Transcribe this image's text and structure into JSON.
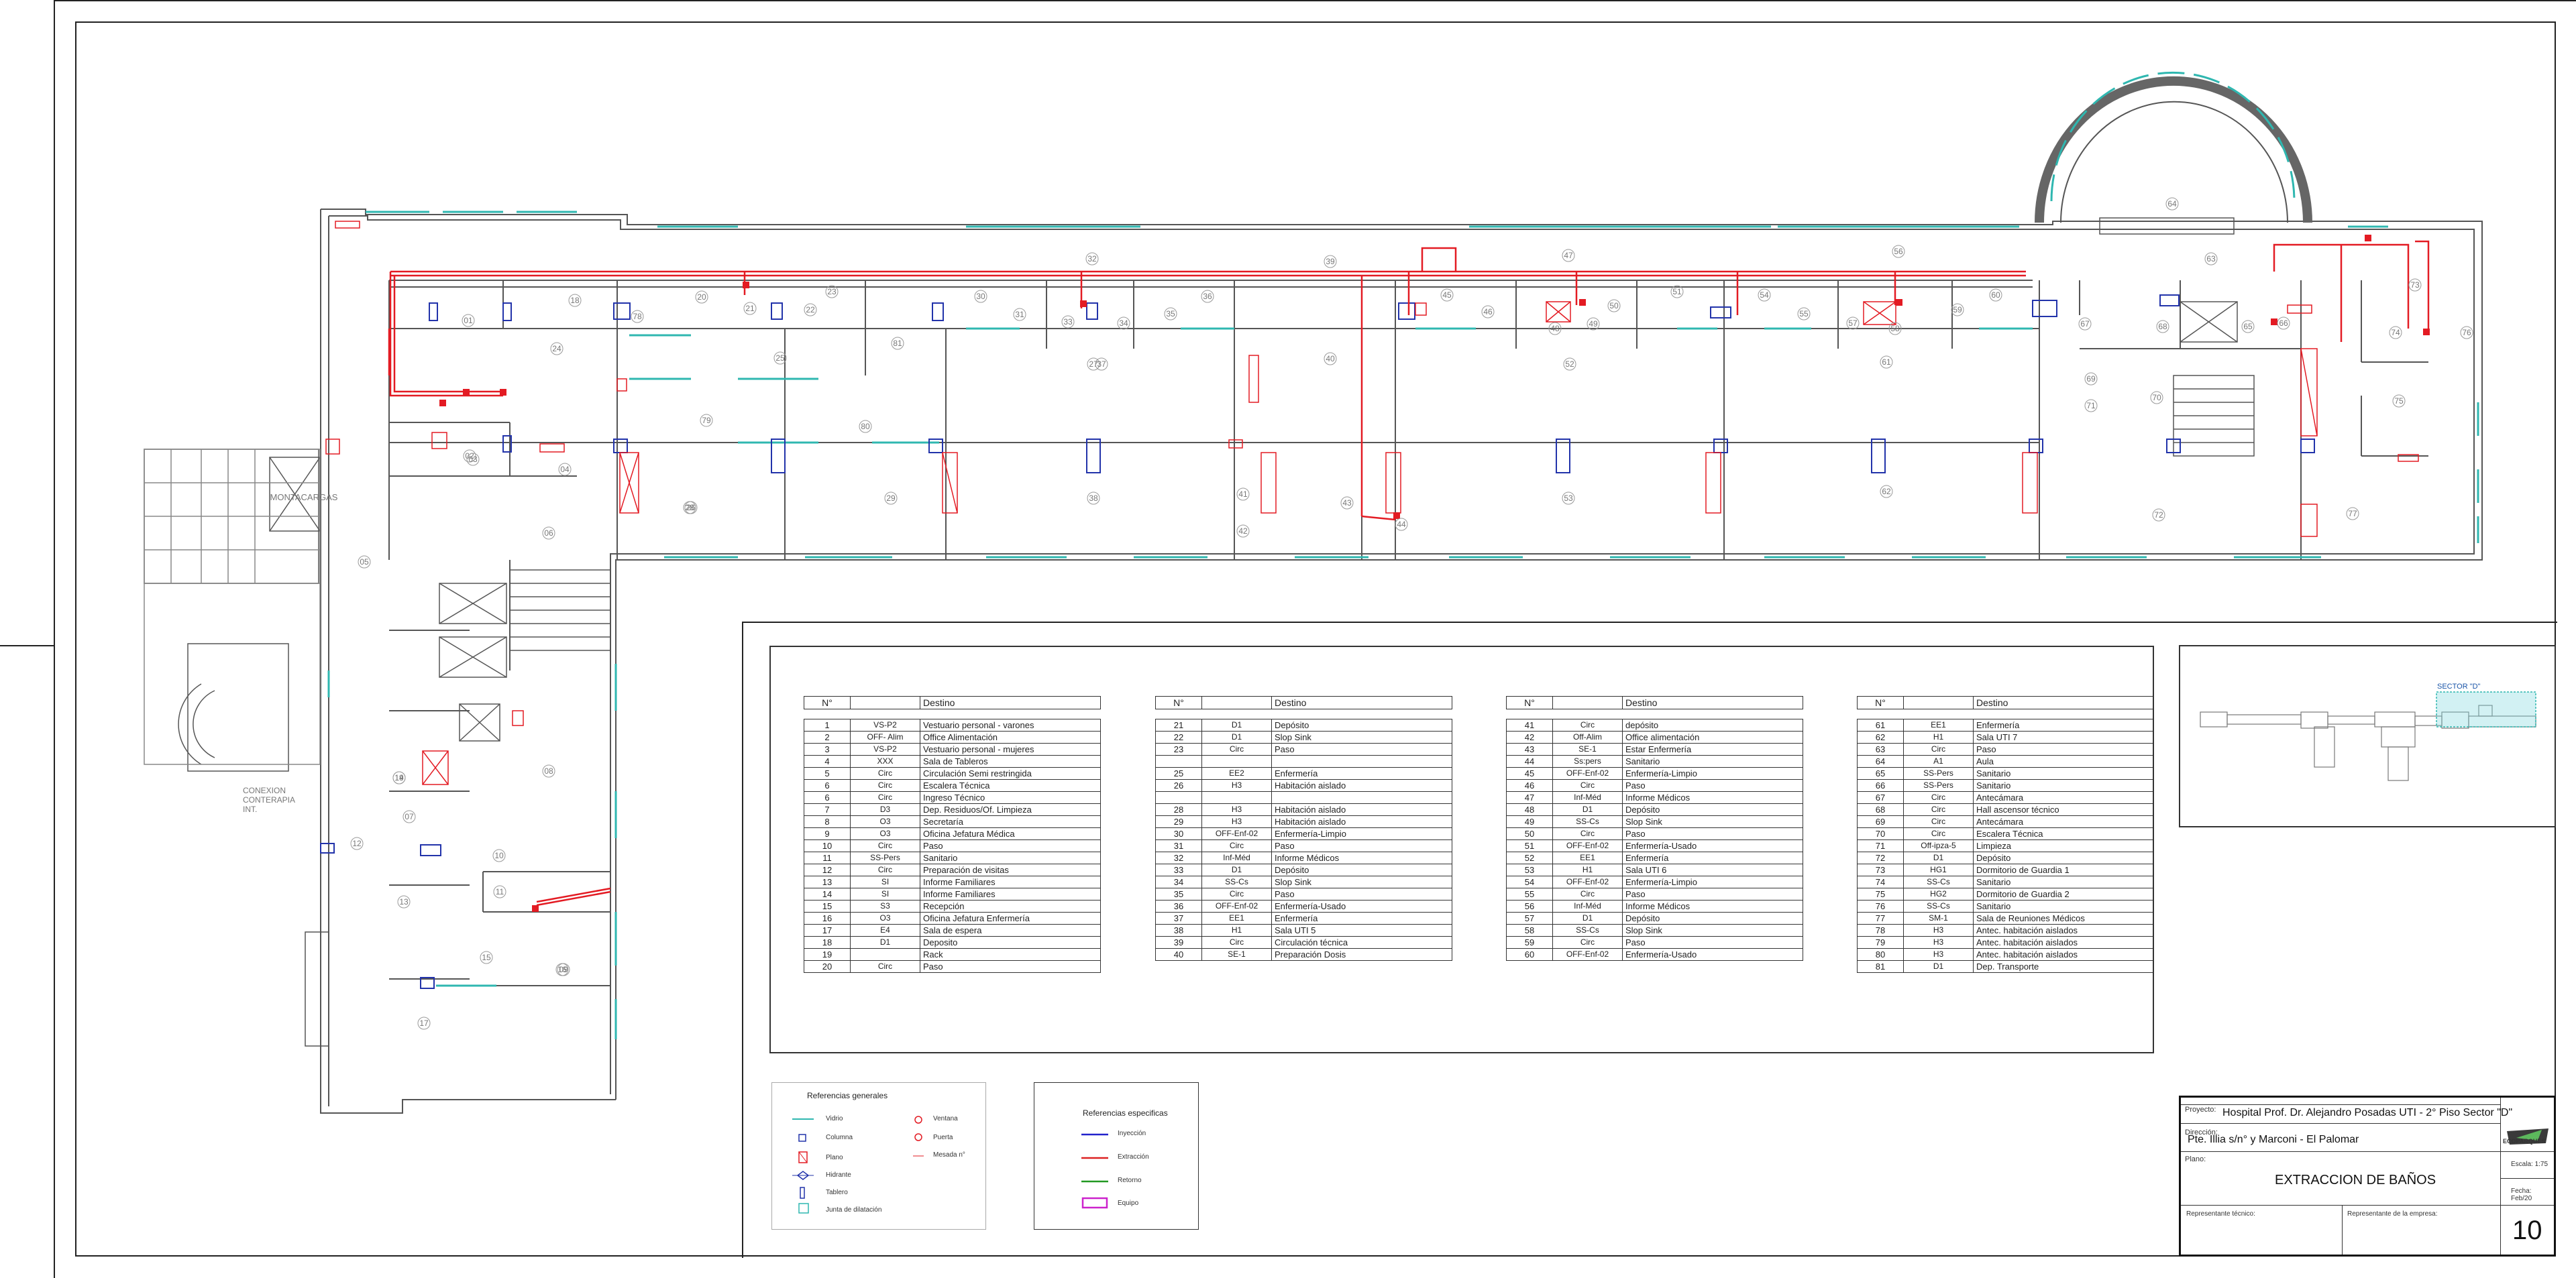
{
  "plan": {
    "elevator_label": "MONTACARGAS",
    "connection_label_lines": [
      "CONEXION",
      "CONTERAPIA",
      "INT."
    ],
    "room_numbers": [
      "01",
      "02",
      "03",
      "04",
      "05",
      "06",
      "07",
      "08",
      "09",
      "10",
      "11",
      "12",
      "13",
      "14",
      "15",
      "16",
      "17",
      "18",
      "19",
      "20",
      "21",
      "22",
      "23",
      "24",
      "25",
      "26",
      "27",
      "28",
      "29",
      "30",
      "31",
      "32",
      "33",
      "34",
      "35",
      "36",
      "37",
      "38",
      "39",
      "40",
      "41",
      "42",
      "43",
      "44",
      "45",
      "46",
      "47",
      "48",
      "49",
      "50",
      "51",
      "52",
      "53",
      "54",
      "55",
      "56",
      "57",
      "58",
      "59",
      "60",
      "61",
      "62",
      "63",
      "64",
      "65",
      "66",
      "67",
      "68",
      "69",
      "70",
      "71",
      "72",
      "73",
      "74",
      "75",
      "76",
      "77",
      "78",
      "79",
      "80",
      "81"
    ]
  },
  "tables": {
    "headers": {
      "num": "N°",
      "code": "",
      "dest": "Destino"
    },
    "groups": [
      {
        "rows": [
          {
            "n": "1",
            "c": "VS-P2",
            "d": "Vestuario personal - varones"
          },
          {
            "n": "2",
            "c": "OFF- Alim",
            "d": "Office Alimentación"
          },
          {
            "n": "3",
            "c": "VS-P2",
            "d": "Vestuario personal - mujeres"
          },
          {
            "n": "4",
            "c": "XXX",
            "d": "Sala de Tableros"
          },
          {
            "n": "5",
            "c": "Circ",
            "d": "Circulación Semi restringida"
          },
          {
            "n": "6",
            "c": "Circ",
            "d": "Escalera Técnica"
          },
          {
            "n": "6",
            "c": "Circ",
            "d": "Ingreso Técnico"
          },
          {
            "n": "7",
            "c": "D3",
            "d": "Dep. Residuos/Of. Limpieza"
          },
          {
            "n": "8",
            "c": "O3",
            "d": "Secretaría"
          },
          {
            "n": "9",
            "c": "O3",
            "d": "Oficina Jefatura Médica"
          },
          {
            "n": "10",
            "c": "Circ",
            "d": "Paso"
          },
          {
            "n": "11",
            "c": "SS-Pers",
            "d": "Sanitario"
          },
          {
            "n": "12",
            "c": "Circ",
            "d": "Preparación de visitas"
          },
          {
            "n": "13",
            "c": "SI",
            "d": "Informe Familiares"
          },
          {
            "n": "14",
            "c": "SI",
            "d": "Informe Familiares"
          },
          {
            "n": "15",
            "c": "S3",
            "d": "Recepción"
          },
          {
            "n": "16",
            "c": "O3",
            "d": "Oficina Jefatura Enfermería"
          },
          {
            "n": "17",
            "c": "E4",
            "d": "Sala de espera"
          },
          {
            "n": "18",
            "c": "D1",
            "d": "Deposito"
          },
          {
            "n": "19",
            "c": "",
            "d": "Rack"
          },
          {
            "n": "20",
            "c": "Circ",
            "d": "Paso"
          }
        ]
      },
      {
        "rows": [
          {
            "n": "21",
            "c": "D1",
            "d": "Depósito"
          },
          {
            "n": "22",
            "c": "D1",
            "d": "Slop Sink"
          },
          {
            "n": "23",
            "c": "Circ",
            "d": "Paso"
          },
          {
            "n": "",
            "c": "",
            "d": ""
          },
          {
            "n": "25",
            "c": "EE2",
            "d": "Enfermería"
          },
          {
            "n": "26",
            "c": "H3",
            "d": "Habitación aislado"
          },
          {
            "n": "",
            "c": "",
            "d": ""
          },
          {
            "n": "28",
            "c": "H3",
            "d": "Habitación aislado"
          },
          {
            "n": "29",
            "c": "H3",
            "d": "Habitación aislado"
          },
          {
            "n": "30",
            "c": "OFF-Enf-02",
            "d": "Enfermería-Limpio"
          },
          {
            "n": "31",
            "c": "Circ",
            "d": "Paso"
          },
          {
            "n": "32",
            "c": "Inf-Méd",
            "d": "Informe Médicos"
          },
          {
            "n": "33",
            "c": "D1",
            "d": "Depósito"
          },
          {
            "n": "34",
            "c": "SS-Cs",
            "d": "Slop Sink"
          },
          {
            "n": "35",
            "c": "Circ",
            "d": "Paso"
          },
          {
            "n": "36",
            "c": "OFF-Enf-02",
            "d": "Enfermería-Usado"
          },
          {
            "n": "37",
            "c": "EE1",
            "d": "Enfermería"
          },
          {
            "n": "38",
            "c": "H1",
            "d": "Sala UTI 5"
          },
          {
            "n": "39",
            "c": "Circ",
            "d": "Circulación técnica"
          },
          {
            "n": "40",
            "c": "SE-1",
            "d": "Preparación Dosis"
          }
        ]
      },
      {
        "rows": [
          {
            "n": "41",
            "c": "Circ",
            "d": "depósito"
          },
          {
            "n": "42",
            "c": "Off-Alim",
            "d": "Office alimentación"
          },
          {
            "n": "43",
            "c": "SE-1",
            "d": "Estar Enfermería"
          },
          {
            "n": "44",
            "c": "Ss:pers",
            "d": "Sanitario"
          },
          {
            "n": "45",
            "c": "OFF-Enf-02",
            "d": "Enfermería-Limpio"
          },
          {
            "n": "46",
            "c": "Circ",
            "d": "Paso"
          },
          {
            "n": "47",
            "c": "Inf-Méd",
            "d": "Informe Médicos"
          },
          {
            "n": "48",
            "c": "D1",
            "d": "Depósito"
          },
          {
            "n": "49",
            "c": "SS-Cs",
            "d": "Slop Sink"
          },
          {
            "n": "50",
            "c": "Circ",
            "d": "Paso"
          },
          {
            "n": "51",
            "c": "OFF-Enf-02",
            "d": "Enfermería-Usado"
          },
          {
            "n": "52",
            "c": "EE1",
            "d": "Enfermería"
          },
          {
            "n": "53",
            "c": "H1",
            "d": "Sala UTI 6"
          },
          {
            "n": "54",
            "c": "OFF-Enf-02",
            "d": "Enfermería-Limpio"
          },
          {
            "n": "55",
            "c": "Circ",
            "d": "Paso"
          },
          {
            "n": "56",
            "c": "Inf-Méd",
            "d": "Informe Médicos"
          },
          {
            "n": "57",
            "c": "D1",
            "d": "Depósito"
          },
          {
            "n": "58",
            "c": "SS-Cs",
            "d": "Slop Sink"
          },
          {
            "n": "59",
            "c": "Circ",
            "d": "Paso"
          },
          {
            "n": "60",
            "c": "OFF-Enf-02",
            "d": "Enfermería-Usado"
          }
        ]
      },
      {
        "rows": [
          {
            "n": "61",
            "c": "EE1",
            "d": "Enfermería"
          },
          {
            "n": "62",
            "c": "H1",
            "d": "Sala UTI 7"
          },
          {
            "n": "63",
            "c": "Circ",
            "d": "Paso"
          },
          {
            "n": "64",
            "c": "A1",
            "d": "Aula"
          },
          {
            "n": "65",
            "c": "SS-Pers",
            "d": "Sanitario"
          },
          {
            "n": "66",
            "c": "SS-Pers",
            "d": "Sanitario"
          },
          {
            "n": "67",
            "c": "Circ",
            "d": "Antecámara"
          },
          {
            "n": "68",
            "c": "Circ",
            "d": "Hall ascensor técnico"
          },
          {
            "n": "69",
            "c": "Circ",
            "d": "Antecámara"
          },
          {
            "n": "70",
            "c": "Circ",
            "d": "Escalera Técnica"
          },
          {
            "n": "71",
            "c": "Off-ipza-5",
            "d": "Limpieza"
          },
          {
            "n": "72",
            "c": "D1",
            "d": "Depósito"
          },
          {
            "n": "73",
            "c": "HG1",
            "d": "Dormitorio de Guardia 1"
          },
          {
            "n": "74",
            "c": "SS-Cs",
            "d": "Sanitario"
          },
          {
            "n": "75",
            "c": "HG2",
            "d": "Dormitorio de Guardia 2"
          },
          {
            "n": "76",
            "c": "SS-Cs",
            "d": "Sanitario"
          },
          {
            "n": "77",
            "c": "SM-1",
            "d": "Sala de Reuniones Médicos"
          },
          {
            "n": "78",
            "c": "H3",
            "d": "Antec. habitación aislados"
          },
          {
            "n": "79",
            "c": "H3",
            "d": "Antec. habitación aislados"
          },
          {
            "n": "80",
            "c": "H3",
            "d": "Antec. habitación aislados"
          },
          {
            "n": "81",
            "c": "D1",
            "d": "Dep. Transporte"
          }
        ]
      }
    ]
  },
  "key_plan": {
    "label": "SECTOR \"D\""
  },
  "legend_general": {
    "title": "Referencias generales",
    "items": [
      "Vidrio",
      "Columna",
      "Plano",
      "Hidrante",
      "Tablero",
      "Junta de dilatación",
      "Ventana",
      "Puerta",
      "Mesada n°"
    ]
  },
  "legend_specific": {
    "title": "Referencias especificas",
    "items": [
      {
        "label": "Inyección",
        "color": "#2222cc"
      },
      {
        "label": "Extracción",
        "color": "#dd2222"
      },
      {
        "label": "Retorno",
        "color": "#229922"
      },
      {
        "label": "Equipo",
        "color": "#cc22cc"
      }
    ]
  },
  "title_block": {
    "proyecto_label": "Proyecto:",
    "proyecto": "Hospital Prof. Dr. Alejandro Posadas UTI - 2° Piso Sector \"D\"",
    "direccion_label": "Dirección:",
    "direccion": "Pte. Illia s/n° y Marconi - El Palomar",
    "plano_label": "Plano:",
    "plano": "EXTRACCION DE BAÑOS",
    "escala": "Escala: 1:75",
    "fecha": "Fecha: Feb/20",
    "rep_tecnico": "Representante técnico:",
    "rep_empresa": "Representante de la empresa:",
    "sheet": "10",
    "logo": "ECOPARQUES"
  },
  "colors": {
    "extraction": "#e31b23",
    "glass": "#2fb7b0",
    "column": "#2233aa",
    "wall": "#555555"
  }
}
